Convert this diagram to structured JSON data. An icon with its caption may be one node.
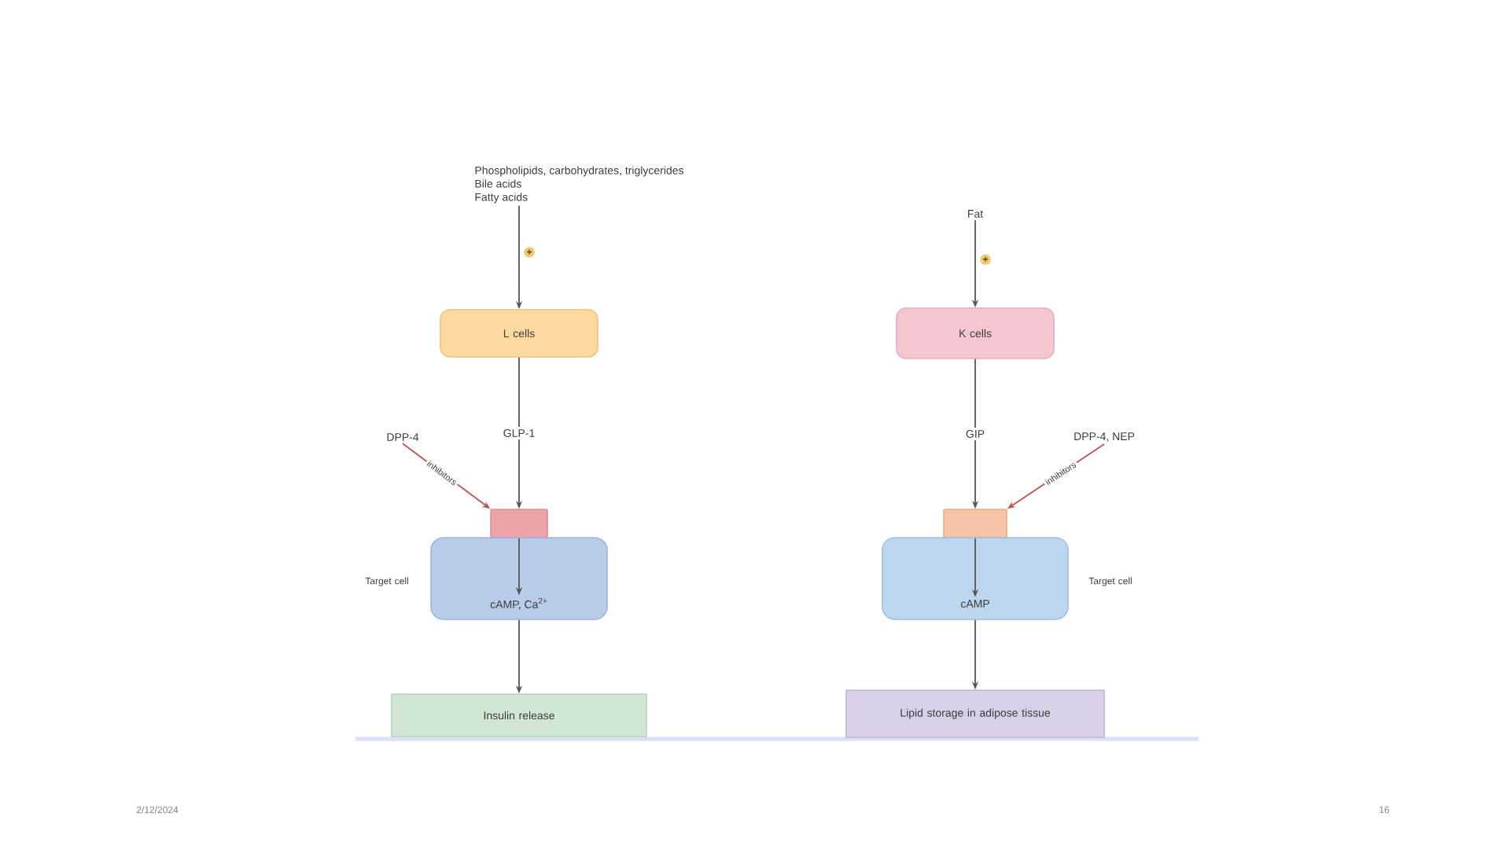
{
  "diagram": {
    "nodes": [
      {
        "text": [
          "Phospholipids, carbohydrates, triglycerides",
          "Bile acids",
          "Fatty acids"
        ]
      },
      {
        "text": [
          "L cells"
        ]
      },
      {
        "text": [
          "DPP-4"
        ]
      },
      {
        "text": [],
        "shape": "box"
      },
      {
        "text": [],
        "shape": "box",
        "beside": [
          "Target cell"
        ]
      },
      {
        "text": [
          "cAMP, Ca$^{2+}$"
        ],
        "in": 4
      },
      {
        "text": [
          "Insulin release"
        ]
      },
      {
        "text": [
          "Fat"
        ]
      },
      {
        "text": [
          "K cells"
        ]
      },
      {
        "text": [
          "DPP-4, NEP"
        ]
      },
      {
        "text": [],
        "shape": "box"
      },
      {
        "text": [],
        "shape": "box",
        "beside": [
          "Target cell"
        ]
      },
      {
        "text": [
          "cAMP"
        ],
        "in": 11
      },
      {
        "text": [
          "Lipid storage in adipose tissue"
        ]
      }
    ],
    "edges": [
      {
        "from": 0,
        "to": 1,
        "arrow": "to",
        "label": "+"
      },
      {
        "from": 1,
        "to": 3,
        "arrow": "to",
        "label": "GLP-1"
      },
      {
        "from": 2,
        "to": 3,
        "arrow": "to",
        "label": "inhibitors",
        "color": "#c0504d"
      },
      {
        "from": 3,
        "to": 5,
        "arrow": "to"
      },
      {
        "from": 4,
        "to": 6,
        "arrow": "to"
      },
      {
        "from": 7,
        "to": 8,
        "arrow": "to",
        "label": "+"
      },
      {
        "from": 8,
        "to": 10,
        "arrow": "to",
        "label": "GIP"
      },
      {
        "from": 9,
        "to": 10,
        "arrow": "to",
        "label": "inhibitors",
        "color": "#c0504d"
      },
      {
        "from": 10,
        "to": 12,
        "arrow": "to"
      },
      {
        "from": 11,
        "to": 13,
        "arrow": "to"
      }
    ],
    "labels": [
      "2/12/2024",
      "16"
    ]
  }
}
